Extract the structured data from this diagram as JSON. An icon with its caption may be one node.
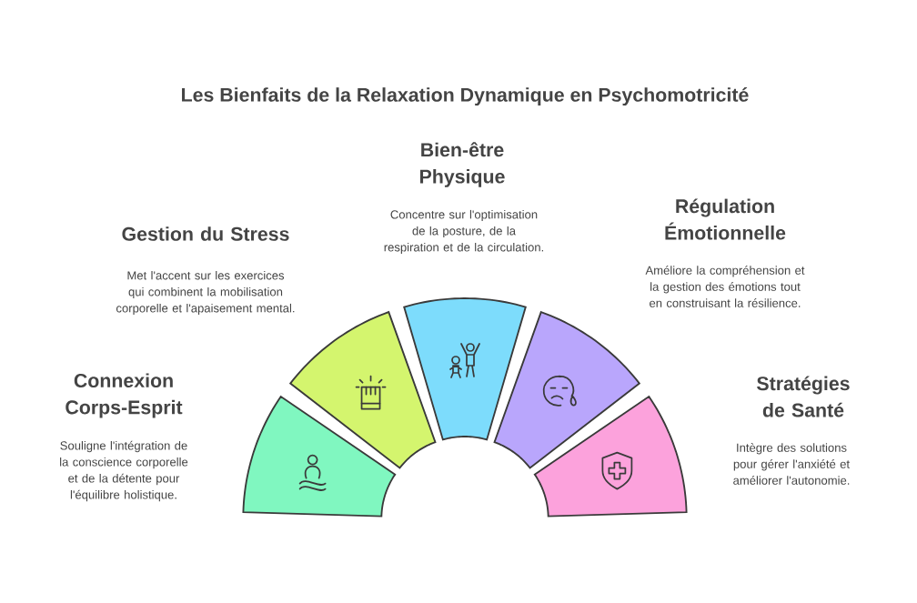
{
  "diagram": {
    "title": "Les Bienfaits de la Relaxation Dynamique en Psychomotricité",
    "nodes": [
      {
        "text": [],
        "shape": "wedge",
        "beside": [
          "Connexion Corps-Esprit",
          "Souligne l'intégration de la conscience corporelle et de la détente pour l'équilibre holistique."
        ]
      },
      {
        "text": [],
        "shape": "wedge",
        "beside": [
          "Gestion du Stress",
          "Met l'accent sur les exercices qui combinent la mobilisation corporelle et l'apaisement mental."
        ]
      },
      {
        "text": [],
        "shape": "wedge",
        "beside": [
          "Bien-être Physique",
          "Concentre sur l'optimisation de la posture, de la respiration et de la circulation."
        ]
      },
      {
        "text": [],
        "shape": "wedge",
        "beside": [
          "Régulation Émotionnelle",
          "Améliore la compréhension et la gestion des émotions tout en construisant la résilience."
        ]
      },
      {
        "text": [],
        "shape": "wedge",
        "beside": [
          "Stratégies de Santé",
          "Intègre des solutions pour gérer l'anxiété et améliorer l'autonomie."
        ]
      }
    ]
  }
}
